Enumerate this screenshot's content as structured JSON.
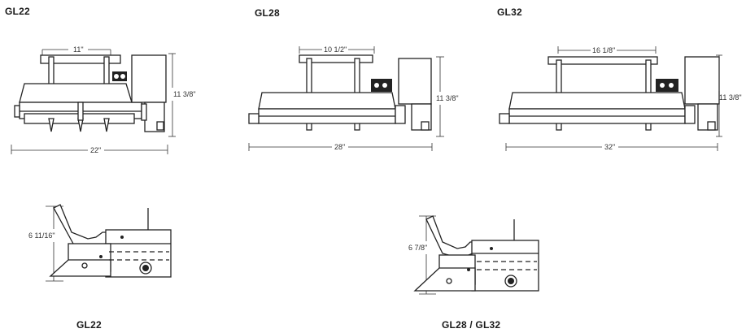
{
  "titles": {
    "front_gl22": "GL22",
    "front_gl28": "GL28",
    "front_gl32": "GL32",
    "side_gl22": "GL22",
    "side_gl28_gl32": "GL28 / GL32"
  },
  "dimensions": {
    "gl22_top": "11\"",
    "gl22_height": "11 3/8\"",
    "gl22_width": "22\"",
    "gl28_top": "10 1/2\"",
    "gl28_height": "11 3/8\"",
    "gl28_width": "28\"",
    "gl32_top": "16 1/8\"",
    "gl32_height": "11 3/8\"",
    "gl32_width": "32\"",
    "side_gl22_height": "6 11/16\"",
    "side_gl28_height": "6 7/8\""
  }
}
